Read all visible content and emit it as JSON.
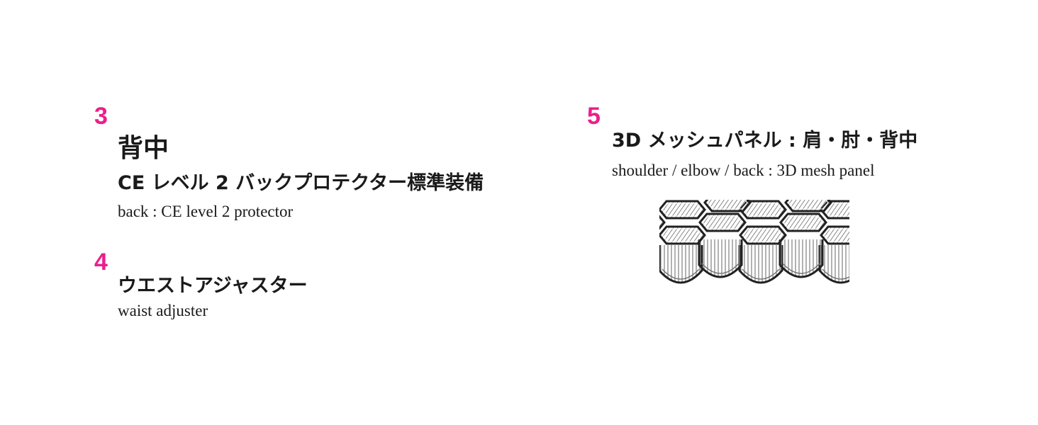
{
  "items": [
    {
      "number": "3",
      "title_jp": "背中",
      "subtitle_jp": "CE レベル 2 バックプロテクター標準装備",
      "description_en": "back : CE level 2 protector"
    },
    {
      "number": "4",
      "title_jp": "ウエストアジャスター",
      "description_en": "waist adjuster"
    },
    {
      "number": "5",
      "title_jp": "3D メッシュパネル : 肩・肘・背中",
      "description_en": "shoulder / elbow / back : 3D mesh panel",
      "image": "3d-mesh-panel-illustration"
    }
  ],
  "colors": {
    "accent": "#ec1e8c",
    "text": "#1a1a1a",
    "background": "#ffffff"
  }
}
